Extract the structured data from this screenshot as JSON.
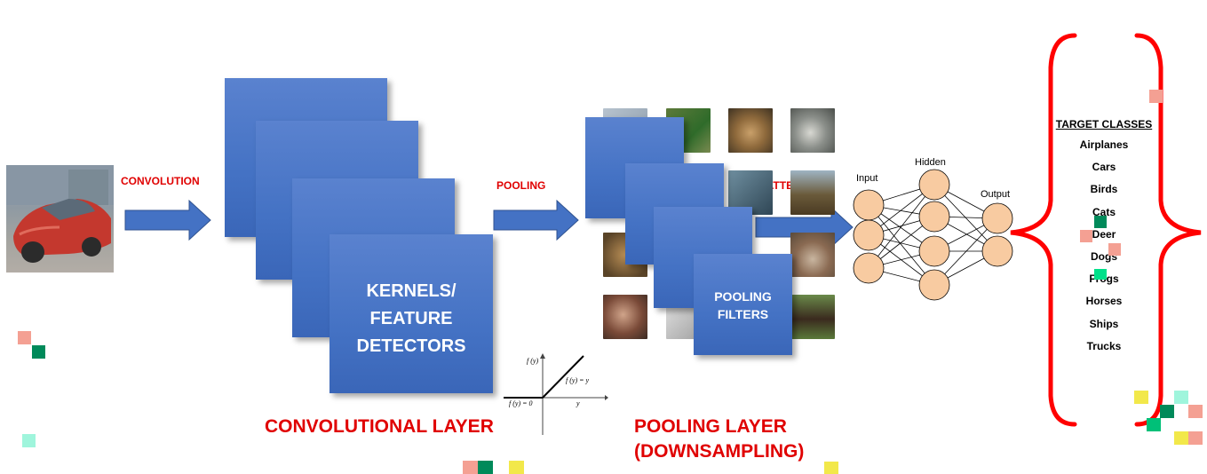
{
  "stages": {
    "convolution": "CONVOLUTION",
    "pooling": "POOLING",
    "flattening": "FLATTENING"
  },
  "kernels_label": [
    "KERNELS/",
    "FEATURE",
    "DETECTORS"
  ],
  "pooling_filters_label": [
    "POOLING",
    "FILTERS"
  ],
  "conv_layer_label": "CONVOLUTIONAL LAYER",
  "pooling_layer_label": [
    "POOLING LAYER",
    "(DOWNSAMPLING)"
  ],
  "relu": {
    "fy": "f (y)",
    "fy_eq_y": "f (y) = y",
    "fy_eq_0": "f (y) = 0",
    "y": "y"
  },
  "network": {
    "input": "Input",
    "hidden": "Hidden",
    "output": "Output"
  },
  "target_classes": {
    "title": "TARGET CLASSES",
    "items": [
      "Airplanes",
      "Cars",
      "Birds",
      "Cats",
      "Deer",
      "Dogs",
      "Frogs",
      "Horses",
      "Ships",
      "Trucks"
    ]
  },
  "colors": {
    "card_blue": "#4472c4",
    "accent_red": "#e00000",
    "node_fill": "#f8cba1"
  }
}
